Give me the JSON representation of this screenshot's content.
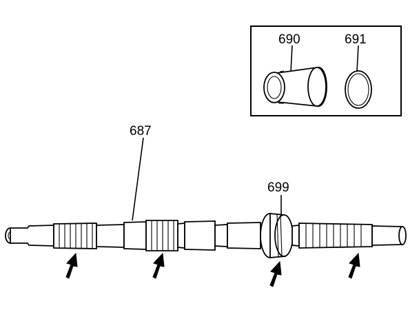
{
  "callouts": {
    "shaft": "687",
    "bushing": "690",
    "ring": "691",
    "gear": "699"
  },
  "arrows": [
    "lube-arrow-1",
    "lube-arrow-2",
    "lube-arrow-3",
    "lube-arrow-4"
  ]
}
